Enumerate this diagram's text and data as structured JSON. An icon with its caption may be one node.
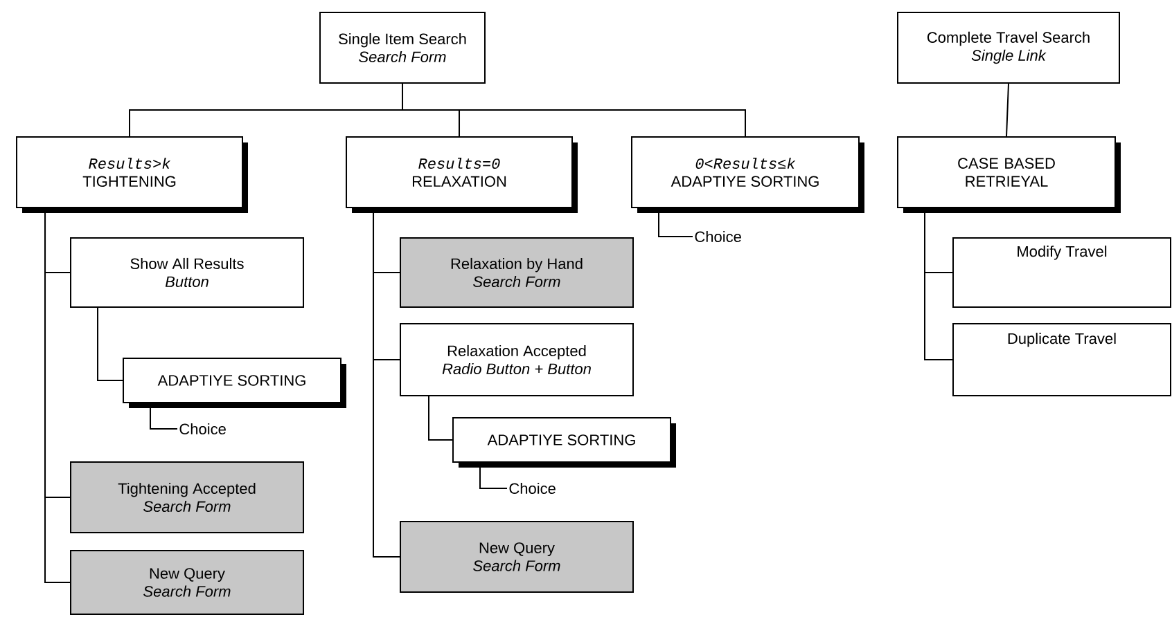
{
  "diagram": {
    "nodes": [
      {
        "text": [
          "Single Item Search",
          "Search Form"
        ]
      },
      {
        "text": [
          "Results>k",
          "TIGHTENING"
        ]
      },
      {
        "text": [
          "Results=0",
          "RELAXATION"
        ]
      },
      {
        "text": [
          "0<Results≤k",
          "ADAPTIYE SORTING"
        ]
      },
      {
        "text": [
          "Complete Travel Search",
          "Single Link"
        ]
      },
      {
        "text": [
          "CASE BASED RETRIEYAL"
        ]
      },
      {
        "text": [
          "Show All Results",
          "Button"
        ]
      },
      {
        "text": [
          "ADAPTIYE SORTING"
        ]
      },
      {
        "text": [
          "Choice"
        ]
      },
      {
        "text": [
          "Tightening Accepted",
          "Search Form"
        ]
      },
      {
        "text": [
          "New Query",
          "Search Form"
        ]
      },
      {
        "text": [
          "Relaxation by Hand",
          "Search Form"
        ]
      },
      {
        "text": [
          "Relaxation Accepted",
          "Radio Button + Button"
        ]
      },
      {
        "text": [
          "ADAPTIYE SORTING"
        ]
      },
      {
        "text": [
          "Choice"
        ]
      },
      {
        "text": [
          "New Query",
          "Search Form"
        ]
      },
      {
        "text": [
          "Choice"
        ]
      },
      {
        "text": [
          "Modify Travel"
        ]
      },
      {
        "text": [
          "Duplicate Travel"
        ]
      }
    ],
    "edges": [
      {
        "from": 0,
        "to": 1,
        "arrow": "none"
      },
      {
        "from": 0,
        "to": 2,
        "arrow": "none"
      },
      {
        "from": 0,
        "to": 3,
        "arrow": "none"
      },
      {
        "from": 1,
        "to": 6,
        "arrow": "none"
      },
      {
        "from": 1,
        "to": 9,
        "arrow": "none"
      },
      {
        "from": 1,
        "to": 10,
        "arrow": "none"
      },
      {
        "from": 6,
        "to": 7,
        "arrow": "none"
      },
      {
        "from": 7,
        "to": 8,
        "arrow": "none"
      },
      {
        "from": 2,
        "to": 11,
        "arrow": "none"
      },
      {
        "from": 2,
        "to": 12,
        "arrow": "none"
      },
      {
        "from": 2,
        "to": 15,
        "arrow": "none"
      },
      {
        "from": 12,
        "to": 13,
        "arrow": "none"
      },
      {
        "from": 13,
        "to": 14,
        "arrow": "none"
      },
      {
        "from": 3,
        "to": 16,
        "arrow": "none"
      },
      {
        "from": 4,
        "to": 5,
        "arrow": "none"
      },
      {
        "from": 5,
        "to": 17,
        "arrow": "none"
      },
      {
        "from": 5,
        "to": 18,
        "arrow": "none"
      }
    ]
  }
}
